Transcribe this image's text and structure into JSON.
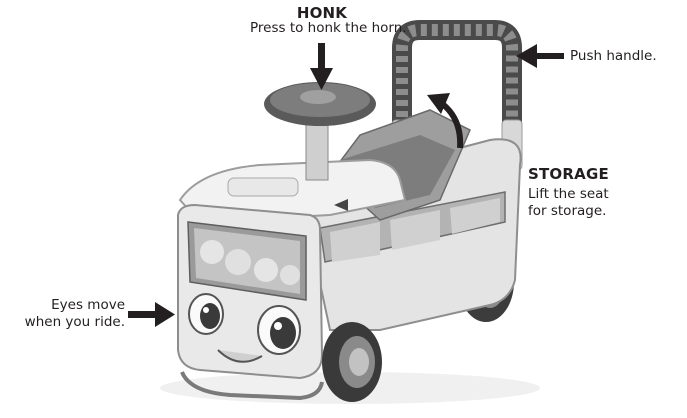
{
  "callouts": {
    "honk": {
      "title": "HONK",
      "text": "Press to honk the horn."
    },
    "push_handle": {
      "text": "Push handle."
    },
    "storage": {
      "title": "STORAGE",
      "line1": "Lift the seat",
      "line2": "for storage."
    },
    "eyes": {
      "line1": "Eyes move",
      "line2": "when you ride."
    }
  }
}
